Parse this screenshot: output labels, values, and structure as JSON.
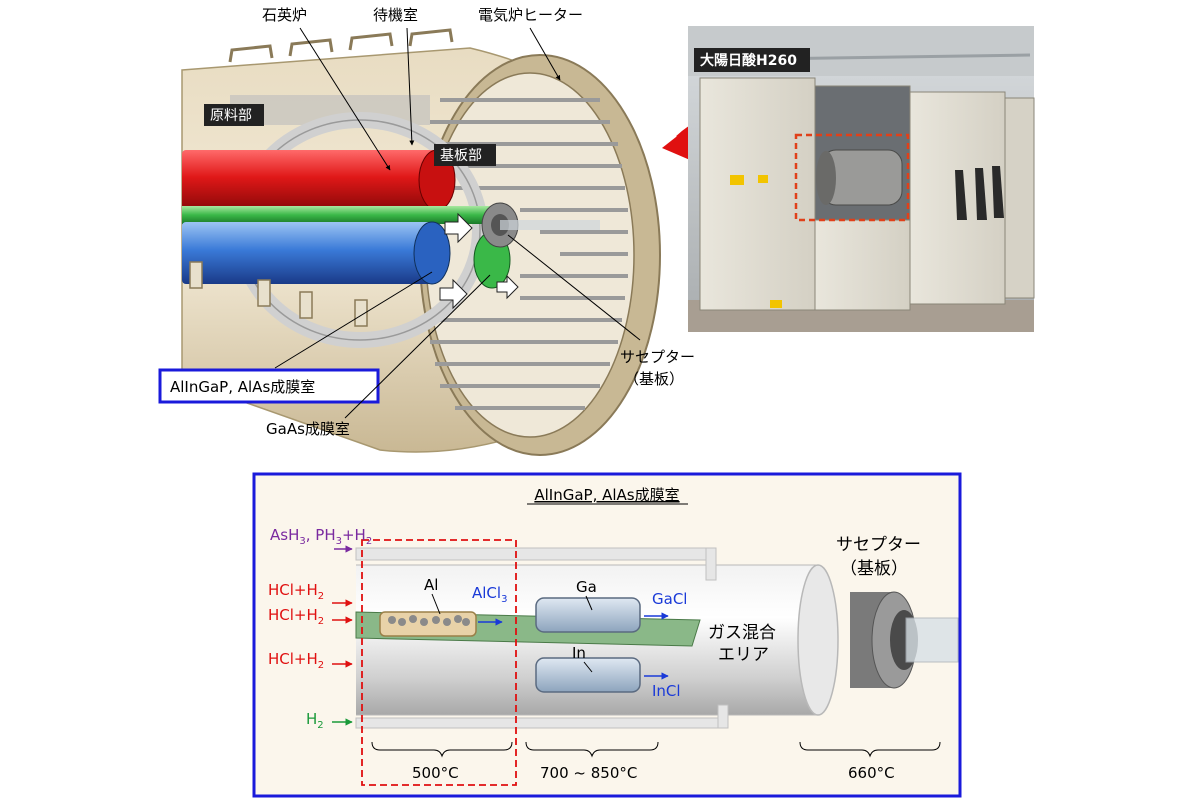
{
  "top": {
    "label_quartz": "石英炉",
    "label_standby": "待機室",
    "label_heater": "電気炉ヒーター",
    "label_source": "原料部",
    "label_substrate": "基板部",
    "label_susceptor_1": "サセプター",
    "label_susceptor_2": "（基板）",
    "label_chamber_alingap": "AlInGaP, AlAs成膜室",
    "label_chamber_gaas": "GaAs成膜室",
    "photo_caption": "大陽日酸H260"
  },
  "bottom": {
    "title": "AlInGaP, AlAs成膜室",
    "gas_line1_a": "AsH",
    "gas_line1_b": "3",
    "gas_line1_c": ", PH",
    "gas_line1_d": "3",
    "gas_line1_e": "+H",
    "gas_line1_f": "2",
    "hcl_a": "HCl+H",
    "hcl_sub": "2",
    "h2_a": "H",
    "h2_sub": "2",
    "al": "Al",
    "alcl_a": "AlCl",
    "alcl_sub": "3",
    "ga": "Ga",
    "gacl": "GaCl",
    "in": "In",
    "incl": "InCl",
    "mix_1": "ガス混合",
    "mix_2": "エリア",
    "susceptor_1": "サセプター",
    "susceptor_2": "（基板）",
    "temp1": "500°C",
    "temp2": "700 ~ 850°C",
    "temp3": "660°C"
  },
  "colors": {
    "frame_blue": "#1a1adb",
    "panel_bg": "#fbf6ec",
    "red_label": "#e01010",
    "green_label": "#1a9a3a",
    "purple_label": "#7a2aa0",
    "blue_label": "#1a3ad8",
    "heater_tan": "#d8ccb0",
    "tube_red": "#e01818",
    "tube_blue": "#3a7ad8",
    "tube_green": "#3ab848"
  }
}
